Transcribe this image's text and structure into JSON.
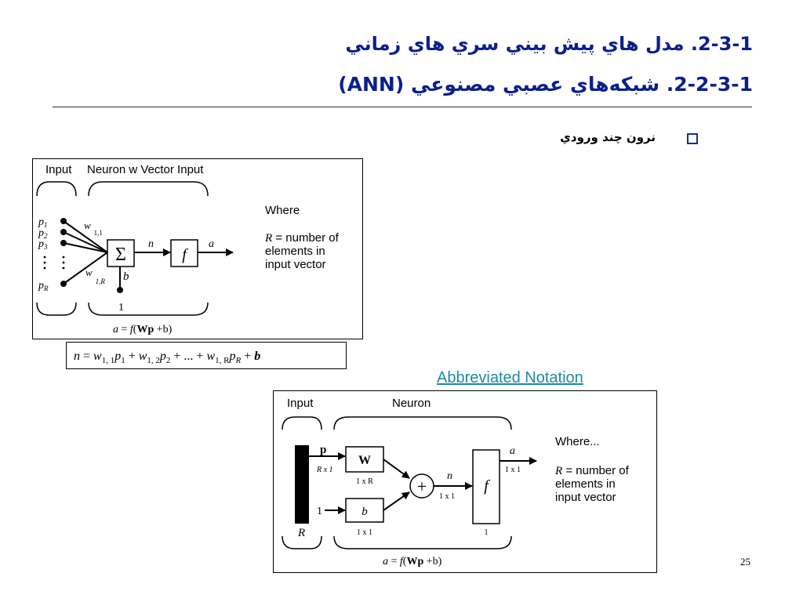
{
  "slide": {
    "title_line1": "2-3-1. مدل هاي پيش بيني سري هاي زماني",
    "title_line2": "2-2-3-1. شبکه‌هاي عصبي مصنوعي (ANN)",
    "bullet_text": "نرون چند ورودي",
    "link_text": "Abbreviated Notation",
    "page_number": "25"
  },
  "diagram1": {
    "label_input": "Input",
    "label_neuron": "Neuron w Vector Input",
    "where": "Where",
    "r_sym": "R",
    "r_def1": " = number of",
    "r_def2": "elements in",
    "r_def3": "input vector",
    "sum_symbol": "Σ",
    "f_label": "f",
    "n_label": "n",
    "a_label": "a",
    "b_label": "b",
    "one_label": "1",
    "w_label": "w",
    "w11_sub": "1,1",
    "w1r_sub": "1,R",
    "p_label": "p",
    "p_subs": [
      "1",
      "2",
      "3",
      "R"
    ],
    "formula_lhs": "a",
    "formula_eq": " = ",
    "formula_f": "f",
    "formula_open": "(",
    "formula_W": "W",
    "formula_p": "p",
    "formula_tail": " +b)"
  },
  "equation": {
    "n": "n",
    "eq": " = ",
    "w": "w",
    "s11": "1, 1",
    "p": "p",
    "s1": "1",
    "plus": " + ",
    "s12": "1, 2",
    "s2": "2",
    "dots": " + ... + ",
    "s1R": "1, R",
    "sR": "R",
    "plus_b": " + ",
    "b": "b"
  },
  "diagram2": {
    "label_input": "Input",
    "label_neuron": "Neuron",
    "where": "Where...",
    "r_sym": "R",
    "r_def1": " = number of",
    "r_def2": "elements in",
    "r_def3": "input vector",
    "p_label": "p",
    "p_dim": "R x 1",
    "w_label": "W",
    "w_dim": "1 x R",
    "b_label": "b",
    "b_dim": "1 x 1",
    "one_label": "1",
    "plus_symbol": "+",
    "n_label": "n",
    "n_dim": "1 x 1",
    "f_label": "f",
    "f_dim": "1",
    "a_label": "a",
    "a_dim": "1 x 1",
    "r_bottom": "R",
    "formula_lhs": "a",
    "formula_eq": " = ",
    "formula_f": "f",
    "formula_open": "(",
    "formula_W": "Wp",
    "formula_tail": " +b)"
  },
  "colors": {
    "title": "#0b1f8c",
    "link": "#1b8aa6",
    "bullet": "#1a2a8c",
    "ink": "#000000"
  }
}
